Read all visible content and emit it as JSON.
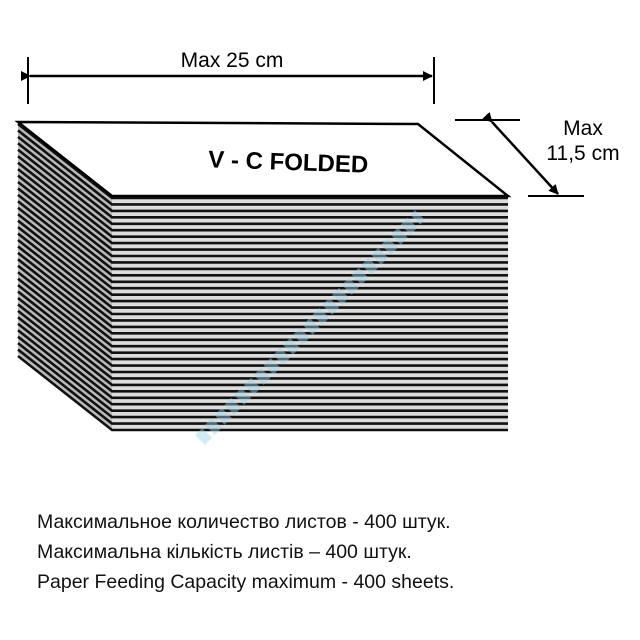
{
  "diagram": {
    "width_label": "Max 25 cm",
    "depth_label_line1": "Max",
    "depth_label_line2": "11,5 cm",
    "top_face_label": "V - C FOLDED",
    "sheet_lines": 36,
    "watermark_color": "#9fd3ea"
  },
  "captions": [
    "Максимальное количество листов - 400 штук.",
    "Максимальна кількість листів – 400 штук.",
    "Paper Feeding Capacity maximum - 400 sheets."
  ]
}
